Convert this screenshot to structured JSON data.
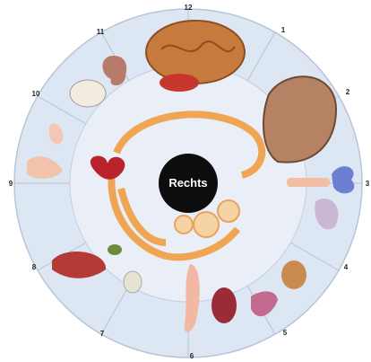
{
  "chart": {
    "center_label": "Rechts",
    "hour_labels": [
      "12",
      "1",
      "2",
      "3",
      "4",
      "5",
      "6",
      "7",
      "8",
      "9",
      "10",
      "11"
    ],
    "colors": {
      "background": "#ffffff",
      "outer_ring": "#dde7f3",
      "inner_ring": "#e9eef7",
      "ring_edge": "#b8c4d8",
      "center": "#0d0d0d",
      "intestine": "#f0a552",
      "brain": "#c77a3d"
    },
    "organs": [
      {
        "name": "brain-icon"
      },
      {
        "name": "ear-icon"
      },
      {
        "name": "skull-icon"
      },
      {
        "name": "head-profile-icon"
      },
      {
        "name": "nose-icon"
      },
      {
        "name": "heart-icon"
      },
      {
        "name": "thyroid-icon"
      },
      {
        "name": "hand-icon"
      },
      {
        "name": "liver-icon"
      },
      {
        "name": "gallbladder-icon"
      },
      {
        "name": "kidney-icon"
      },
      {
        "name": "uterus-icon"
      },
      {
        "name": "testicle-icon"
      },
      {
        "name": "bladder-icon"
      },
      {
        "name": "leg-icon"
      },
      {
        "name": "lung-icon"
      }
    ]
  }
}
